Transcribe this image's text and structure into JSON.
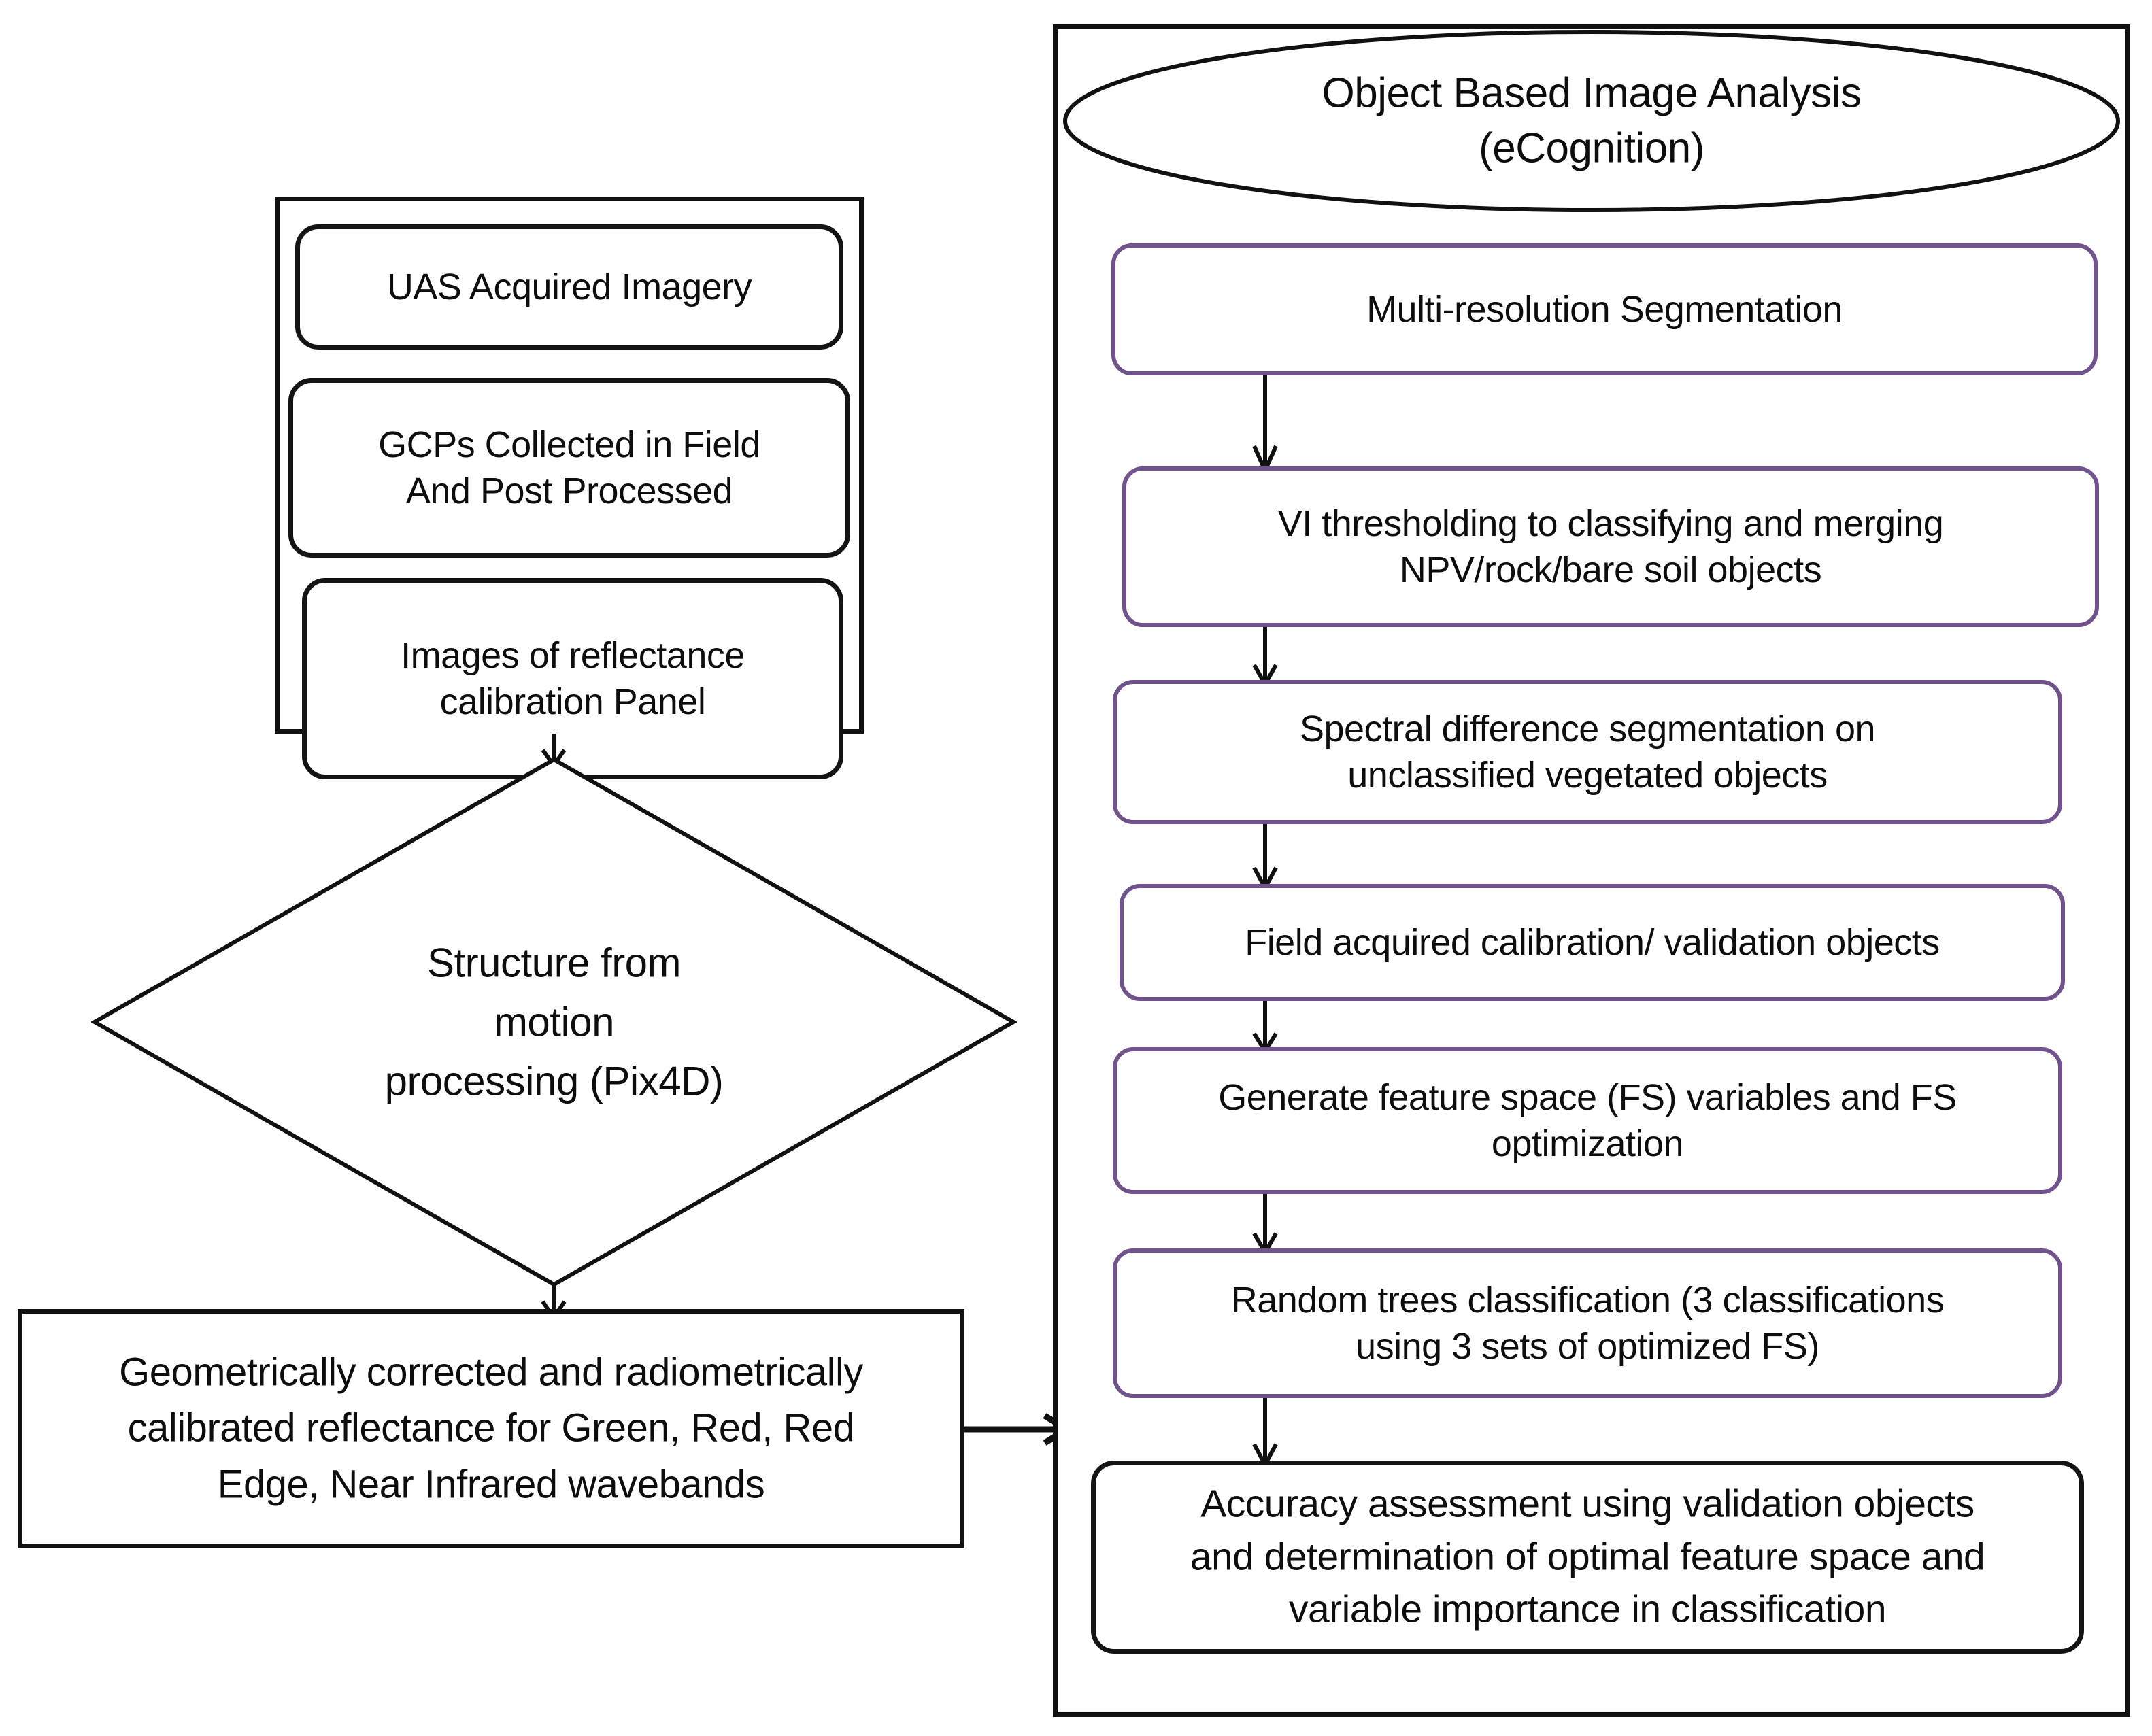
{
  "diagram": {
    "type": "flowchart",
    "title": "UAS imagery processing and object based image analysis workflow",
    "colors": {
      "stroke_black": "#111111",
      "stroke_purple": "#70528c",
      "background": "#ffffff",
      "text": "#0d0d0d"
    }
  },
  "left_column": {
    "input_group_label": "",
    "nodes": [
      {
        "id": "uas",
        "shape": "rounded-rect",
        "border": "#141414",
        "text": "UAS Acquired Imagery"
      },
      {
        "id": "gcp",
        "shape": "rounded-rect",
        "border": "#141414",
        "text": "GCPs Collected in Field\nAnd Post Processed"
      },
      {
        "id": "panel",
        "shape": "rounded-rect",
        "border": "#141414",
        "text": "Images of reflectance\ncalibration Panel"
      }
    ],
    "diamond": {
      "id": "sfm",
      "shape": "diamond",
      "border": "#111111",
      "text": "Structure from\nmotion\nprocessing (Pix4D)"
    },
    "output": {
      "id": "reflectance",
      "shape": "rect",
      "border": "#111111",
      "text": "Geometrically corrected and radiometrically\ncalibrated reflectance for Green, Red, Red\nEdge, Near Infrared  wavebands"
    }
  },
  "obia_panel": {
    "title": "Object Based Image Analysis\n(eCognition)",
    "title_shape": "ellipse",
    "steps": [
      {
        "id": "mrs",
        "index": 1,
        "border": "#70528c",
        "text": "Multi-resolution Segmentation"
      },
      {
        "id": "vi",
        "index": 2,
        "border": "#70528c",
        "text": "VI thresholding to classifying and merging\nNPV/rock/bare soil objects"
      },
      {
        "id": "spectral",
        "index": 3,
        "border": "#70528c",
        "text": "Spectral difference segmentation on\nunclassified  vegetated objects"
      },
      {
        "id": "field",
        "index": 4,
        "border": "#70528c",
        "text": "Field acquired calibration/ validation objects"
      },
      {
        "id": "featurespace",
        "index": 5,
        "border": "#70528c",
        "text": "Generate feature space (FS) variables and FS\noptimization"
      },
      {
        "id": "randomtrees",
        "index": 6,
        "border": "#70528c",
        "text": "Random trees classification  (3 classifications\nusing 3 sets of optimized FS)"
      },
      {
        "id": "accuracy",
        "index": 7,
        "border": "#141414",
        "text": "Accuracy assessment using validation objects\nand determination of optimal feature space and\nvariable importance in classification"
      }
    ]
  },
  "connectors": [
    {
      "id": "inputs-to-diamond",
      "from": "input-group",
      "to": "sfm",
      "direction": "down"
    },
    {
      "id": "diamond-to-reflectance",
      "from": "sfm",
      "to": "reflectance",
      "direction": "down"
    },
    {
      "id": "reflectance-to-obia",
      "from": "reflectance",
      "to": "obia-panel",
      "direction": "right"
    },
    {
      "id": "mrs-to-vi",
      "from": "mrs",
      "to": "vi",
      "direction": "down"
    },
    {
      "id": "vi-to-spectral",
      "from": "vi",
      "to": "spectral",
      "direction": "down"
    },
    {
      "id": "spectral-to-field",
      "from": "spectral",
      "to": "field",
      "direction": "down"
    },
    {
      "id": "field-to-featurespace",
      "from": "field",
      "to": "featurespace",
      "direction": "down"
    },
    {
      "id": "featurespace-to-randomtrees",
      "from": "featurespace",
      "to": "randomtrees",
      "direction": "down"
    },
    {
      "id": "randomtrees-to-accuracy",
      "from": "randomtrees",
      "to": "accuracy",
      "direction": "down"
    }
  ]
}
